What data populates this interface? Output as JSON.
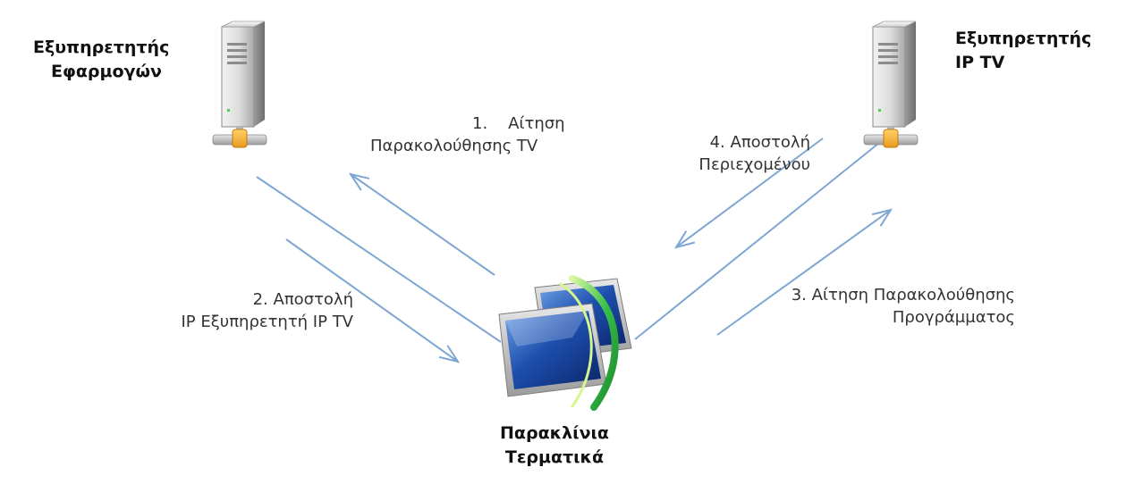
{
  "nodes": {
    "app_server": {
      "line1": "Εξυπηρετητής",
      "line2": "Εφαρμογών",
      "icon": "server-icon"
    },
    "iptv_server": {
      "line1": "Εξυπηρετητής",
      "line2": "IP TV",
      "icon": "server-icon"
    },
    "terminals": {
      "line1": "Παρακλίνια",
      "line2": "Τερματικά",
      "icon": "monitors-icon"
    }
  },
  "steps": [
    {
      "num": "1.",
      "line1": "Αίτηση",
      "line2": "Παρακολούθησης TV"
    },
    {
      "line1": "2. Αποστολή",
      "line2": "IP Εξυπηρετητή IP TV"
    },
    {
      "line1": "3. Αίτηση Παρακολούθησης",
      "line2": "Προγράμματος"
    },
    {
      "line1": "4. Αποστολή",
      "line2": "Περιεχομένου"
    }
  ],
  "colors": {
    "line": "#7ea6d3",
    "text": "#333333",
    "accent": "#f4b43a",
    "screen": "#1f4fa8"
  }
}
